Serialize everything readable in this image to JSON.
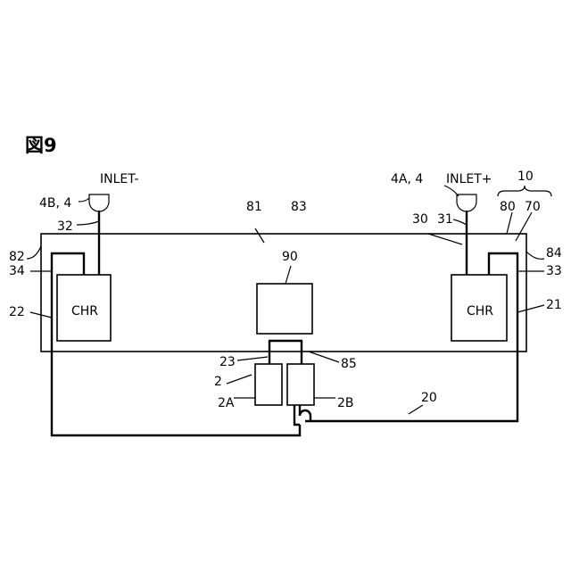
{
  "figure": {
    "title": "図9"
  },
  "labels": {
    "inlet_minus": "INLET-",
    "inlet_plus": "INLET+",
    "ref_4b": "4B, 4",
    "ref_4a": "4A, 4",
    "ref_32": "32",
    "ref_31": "31",
    "ref_30": "30",
    "ref_10": "10",
    "ref_80": "80",
    "ref_70": "70",
    "ref_81": "81",
    "ref_83": "83",
    "ref_82": "82",
    "ref_84": "84",
    "ref_34": "34",
    "ref_33": "33",
    "ref_22": "22",
    "ref_21": "21",
    "ref_90": "90",
    "ref_23": "23",
    "ref_85": "85",
    "ref_2": "2",
    "ref_2a": "2A",
    "ref_2b": "2B",
    "ref_20": "20"
  },
  "boxes": {
    "charger_left": "CHR",
    "charger_right": "CHR"
  }
}
